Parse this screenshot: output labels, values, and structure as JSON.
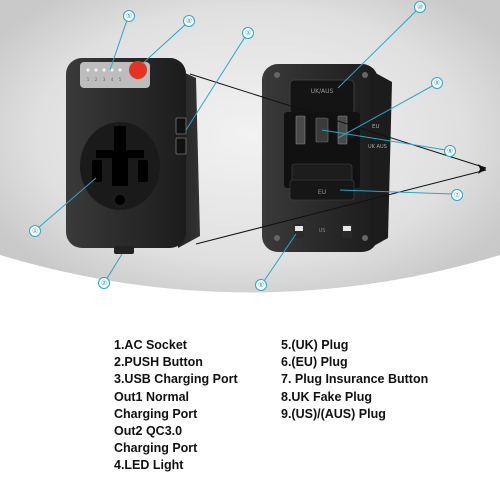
{
  "colors": {
    "callout": "#2aa6c9",
    "device_body": "#2b2b2b",
    "led_button": "#e53323",
    "photo_background": "#d8d8d8"
  },
  "callouts": [
    "①",
    "②",
    "③",
    "④",
    "⑤",
    "⑥",
    "⑦",
    "⑧",
    "⑨",
    "⑩"
  ],
  "device": {
    "led_labels": [
      "1",
      "2",
      "3",
      "4",
      "5"
    ],
    "top_plug_label": "UK/AUS",
    "side_labels": [
      "EU",
      "UK AUS"
    ],
    "bottom_plug_label": "EU",
    "usb_label": "US"
  },
  "legend_left": [
    "1.AC Socket",
    "2.PUSH Button",
    "3.USB Charging Port",
    "Out1 Normal",
    "Charging Port",
    "Out2 QC3.0",
    "Charging Port",
    "4.LED Light"
  ],
  "legend_right": [
    "5.(UK) Plug",
    "6.(EU) Plug",
    "7. Plug Insurance Button",
    "8.UK Fake Plug",
    "9.(US)/(AUS) Plug"
  ]
}
